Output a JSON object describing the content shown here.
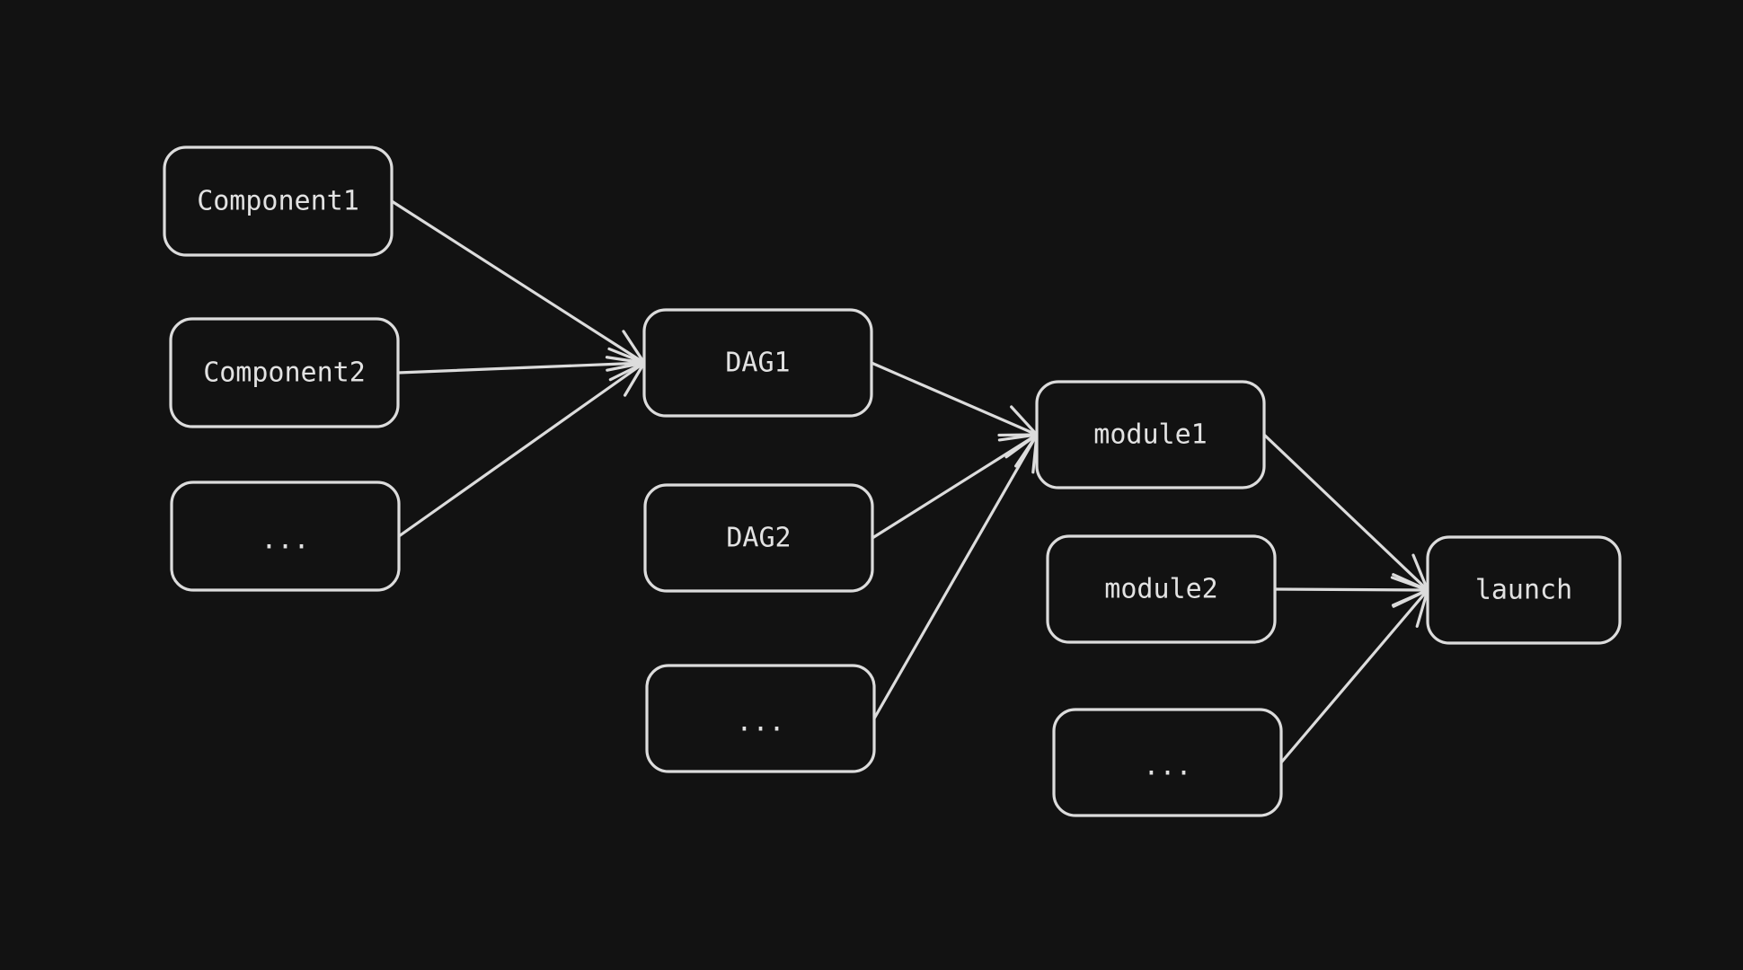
{
  "theme": {
    "background": "#121212",
    "stroke": "#dcdcdc",
    "text": "#e2e2e2"
  },
  "diagram": {
    "nodes": [
      {
        "id": "component1",
        "label": "Component1"
      },
      {
        "id": "component2",
        "label": "Component2"
      },
      {
        "id": "component-more",
        "label": "..."
      },
      {
        "id": "dag1",
        "label": "DAG1"
      },
      {
        "id": "dag2",
        "label": "DAG2"
      },
      {
        "id": "dag-more",
        "label": "..."
      },
      {
        "id": "module1",
        "label": "module1"
      },
      {
        "id": "module2",
        "label": "module2"
      },
      {
        "id": "module-more",
        "label": "..."
      },
      {
        "id": "launch",
        "label": "launch"
      }
    ],
    "edges": [
      {
        "from": "component1",
        "to": "dag1"
      },
      {
        "from": "component2",
        "to": "dag1"
      },
      {
        "from": "component-more",
        "to": "dag1"
      },
      {
        "from": "dag1",
        "to": "module1"
      },
      {
        "from": "dag2",
        "to": "module1"
      },
      {
        "from": "dag-more",
        "to": "module1"
      },
      {
        "from": "module1",
        "to": "launch"
      },
      {
        "from": "module2",
        "to": "launch"
      },
      {
        "from": "module-more",
        "to": "launch"
      }
    ]
  }
}
